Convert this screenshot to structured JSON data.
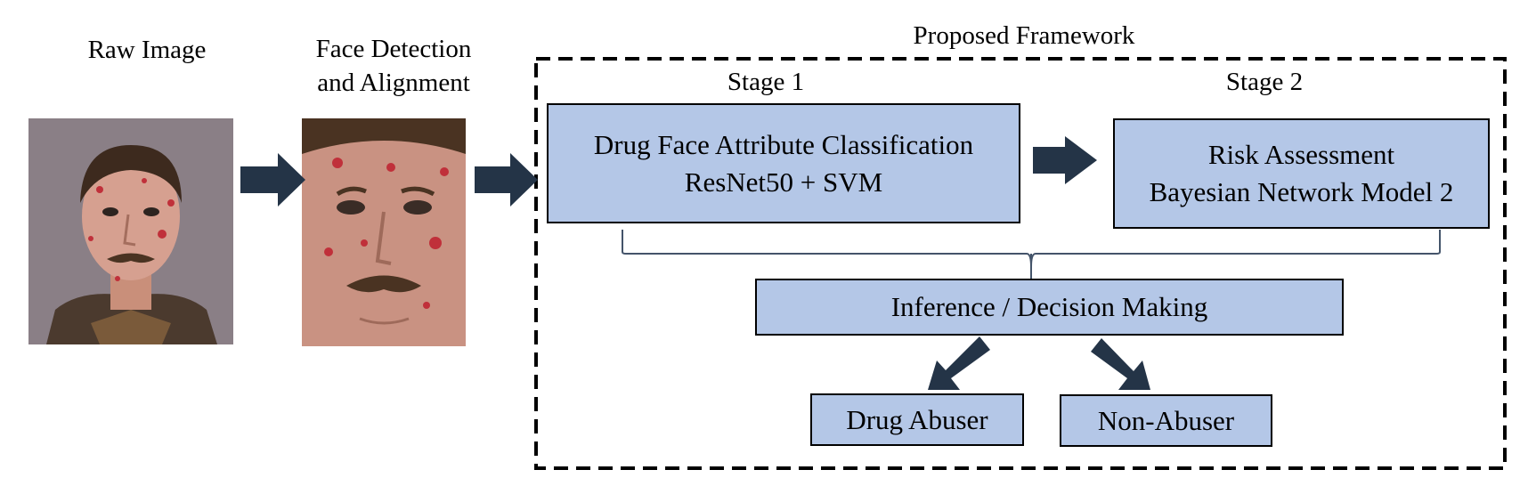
{
  "labels": {
    "raw_image": "Raw Image",
    "face_detection_line1": "Face Detection",
    "face_detection_line2": "and Alignment",
    "framework": "Proposed Framework",
    "stage1": "Stage 1",
    "stage2": "Stage 2"
  },
  "boxes": {
    "classification_line1": "Drug Face Attribute Classification",
    "classification_line2": "ResNet50 + SVM",
    "risk_line1": "Risk Assessment",
    "risk_line2": "Bayesian Network Model 2",
    "inference": "Inference / Decision Making",
    "drug_abuser": "Drug Abuser",
    "non_abuser": "Non-Abuser"
  },
  "colors": {
    "box_fill": "#b4c7e7",
    "arrow_fill": "#243447",
    "border": "#000000"
  },
  "icons": {
    "raw_photo": "face-photo-icon",
    "aligned_photo": "aligned-face-photo-icon",
    "arrows": "block-arrow-icon"
  }
}
